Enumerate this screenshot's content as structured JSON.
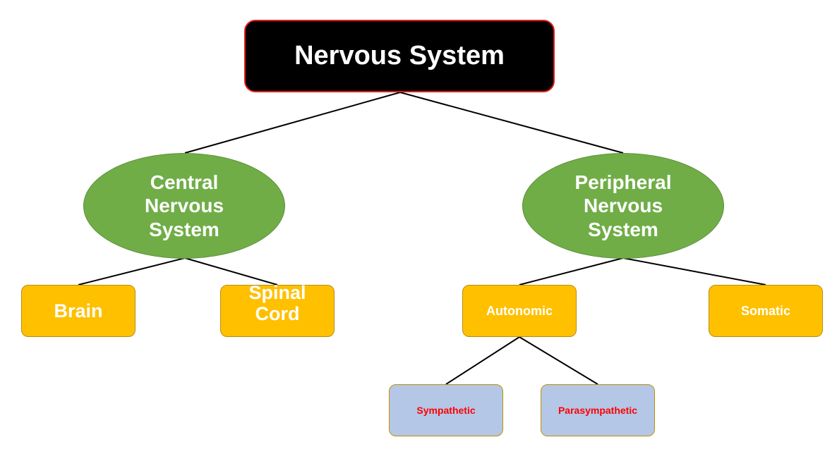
{
  "diagram": {
    "root": {
      "label": "Nervous System"
    },
    "central": {
      "lines": [
        "Central",
        "Nervous",
        "System"
      ]
    },
    "peripheral": {
      "lines": [
        "Peripheral",
        "Nervous",
        "System"
      ]
    },
    "brain": {
      "label": "Brain"
    },
    "spinal_cord": {
      "lines": [
        "Spinal",
        "Cord"
      ]
    },
    "autonomic": {
      "label": "Autonomic"
    },
    "somatic": {
      "label": "Somatic"
    },
    "sympathetic": {
      "label": "Sympathetic"
    },
    "parasympathetic": {
      "label": "Parasympathetic"
    }
  },
  "colors": {
    "root_fill": "#000000",
    "root_border": "#e41b1b",
    "system_fill": "#70ad47",
    "division_fill": "#ffc000",
    "subdivision_fill": "#b4c7e7",
    "subdivision_text": "#ff0000",
    "connector": "#000000"
  }
}
